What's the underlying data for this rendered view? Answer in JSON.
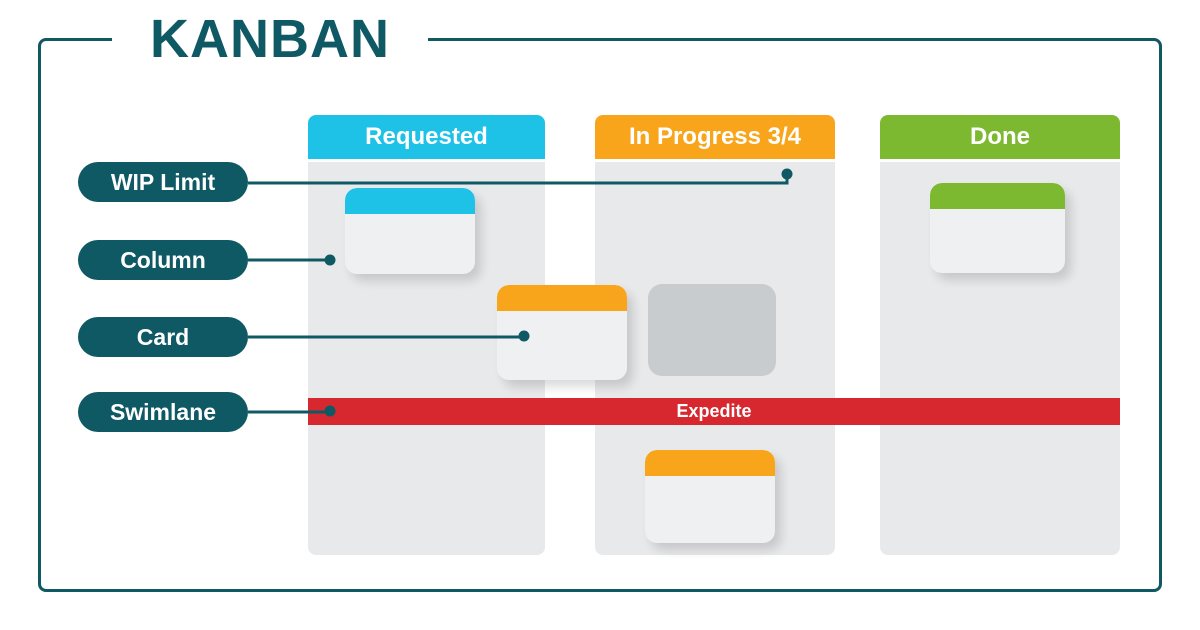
{
  "title": "KANBAN",
  "palette": {
    "teal": "#0f5964",
    "cyan": "#1fc2e7",
    "orange": "#f9a51b",
    "green": "#7db930",
    "red": "#d7282f",
    "column_background": "#e8e9eb",
    "card_background": "#eff0f2",
    "placeholder_gray": "#c9cccf"
  },
  "columns": [
    {
      "label": "Requested",
      "color": "#1fc2e7"
    },
    {
      "label": "In Progress 3/4",
      "color": "#f9a51b"
    },
    {
      "label": "Done",
      "color": "#7db930"
    }
  ],
  "annotations": [
    {
      "label": "WIP Limit"
    },
    {
      "label": "Column"
    },
    {
      "label": "Card"
    },
    {
      "label": "Swimlane"
    }
  ],
  "swimlane": {
    "label": "Expedite",
    "color": "#d7282f"
  },
  "cards": [
    {
      "location": "Requested column",
      "accent": "#1fc2e7",
      "style": "card"
    },
    {
      "location": "between Requested and In Progress",
      "accent": "#f9a51b",
      "style": "card"
    },
    {
      "location": "In Progress column",
      "accent": "#c9cccf",
      "style": "placeholder"
    },
    {
      "location": "Done column",
      "accent": "#7db930",
      "style": "card"
    },
    {
      "location": "In Progress below swimlane",
      "accent": "#f9a51b",
      "style": "card"
    }
  ]
}
